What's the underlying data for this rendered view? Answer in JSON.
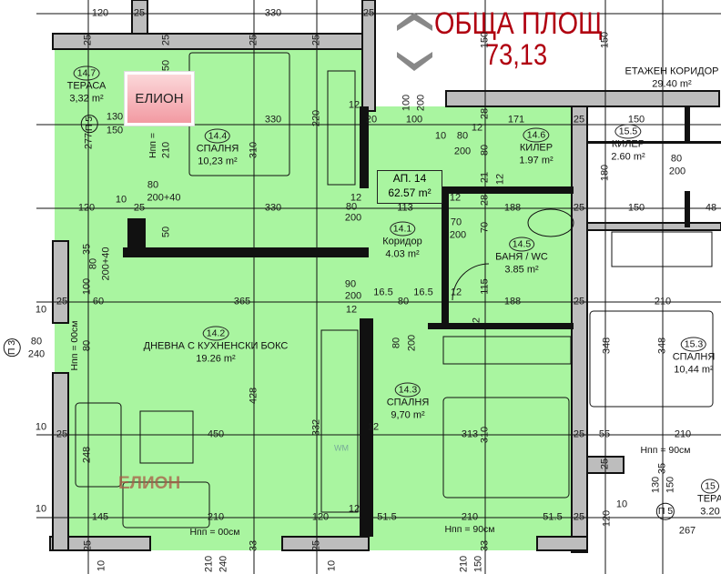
{
  "header": {
    "total_area_label": "ОБЩА ПЛОЩ",
    "total_area_value": "73,13"
  },
  "colors": {
    "apartment_fill": "#a9f5a0",
    "wall_gray": "#bdbdbd",
    "title_red": "#b00010"
  },
  "brand": {
    "logo_text": "ЕЛИОН",
    "watermark_text": "ЕЛИОН"
  },
  "apartment": {
    "label": "АП. 14",
    "area": "62.57 m²"
  },
  "rooms": [
    {
      "id": "14.7",
      "name": "ТЕРАСА",
      "area": "3,32 m²"
    },
    {
      "id": "14.4",
      "name": "СПАЛНЯ",
      "area": "10,23 m²"
    },
    {
      "id": "14.6",
      "name": "КИЛЕР",
      "area": "1.97 m²"
    },
    {
      "id": "14.1",
      "name": "Коридор",
      "area": "4.03 m²"
    },
    {
      "id": "14.5",
      "name": "БАНЯ / WC",
      "area": "3.85 m²"
    },
    {
      "id": "14.2",
      "name": "ДНЕВНА С КУХНЕНСКИ БОКС",
      "area": "19.26 m²"
    },
    {
      "id": "14.3",
      "name": "СПАЛНЯ",
      "area": "9,70 m²"
    },
    {
      "id": "15.5",
      "name": "КИЛЕР",
      "area": "2.60 m²"
    },
    {
      "id": "15.3",
      "name": "СПАЛНЯ",
      "area": "10,44 m²"
    },
    {
      "id": "",
      "name": "ЕТАЖЕН КОРИДОР",
      "area": "29.40 m²"
    },
    {
      "id": "15",
      "name": "ТЕРА",
      "area": "3.20"
    }
  ],
  "openings": {
    "p5": "П 5",
    "p3": "П 3",
    "p5b": "П 5",
    "sill_00": "Нпп = 00см",
    "sill_00_b": "Нпп = 00см",
    "sill_90": "Нпп = 90см",
    "sill_90_b": "Нпп = 90см",
    "sill_partial": "Нпп =",
    "wm": "WM"
  },
  "dimensions": [
    "120",
    "330",
    "25",
    "25",
    "25",
    "25",
    "25",
    "25",
    "330",
    "330",
    "120",
    "25",
    "220",
    "310",
    "210",
    "277",
    "50",
    "50",
    "80",
    "200+40",
    "10",
    "80",
    "200",
    "12",
    "12",
    "100",
    "20",
    "171",
    "25",
    "150",
    "28",
    "80",
    "21",
    "12",
    "28",
    "113",
    "188",
    "25",
    "150",
    "48",
    "12",
    "80",
    "200",
    "10",
    "12",
    "70",
    "200",
    "70",
    "180",
    "80",
    "200",
    "100",
    "200",
    "150",
    "150",
    "365",
    "60",
    "25",
    "10",
    "100",
    "80",
    "35",
    "200+40",
    "90",
    "200",
    "12",
    "16.5",
    "16.5",
    "80",
    "188",
    "25",
    "210",
    "115",
    "12",
    "80",
    "428",
    "332",
    "80",
    "200",
    "348",
    "348",
    "2",
    "450",
    "25",
    "10",
    "248",
    "313",
    "310",
    "25",
    "55",
    "210",
    "12",
    "145",
    "210",
    "120",
    "10",
    "51.5",
    "210",
    "51.5",
    "25",
    "12",
    "267",
    "120",
    "10",
    "25",
    "33",
    "25",
    "33",
    "10",
    "210",
    "240",
    "10",
    "210",
    "150",
    "130",
    "150",
    "35",
    "25",
    "130",
    "150",
    "80",
    "240"
  ]
}
